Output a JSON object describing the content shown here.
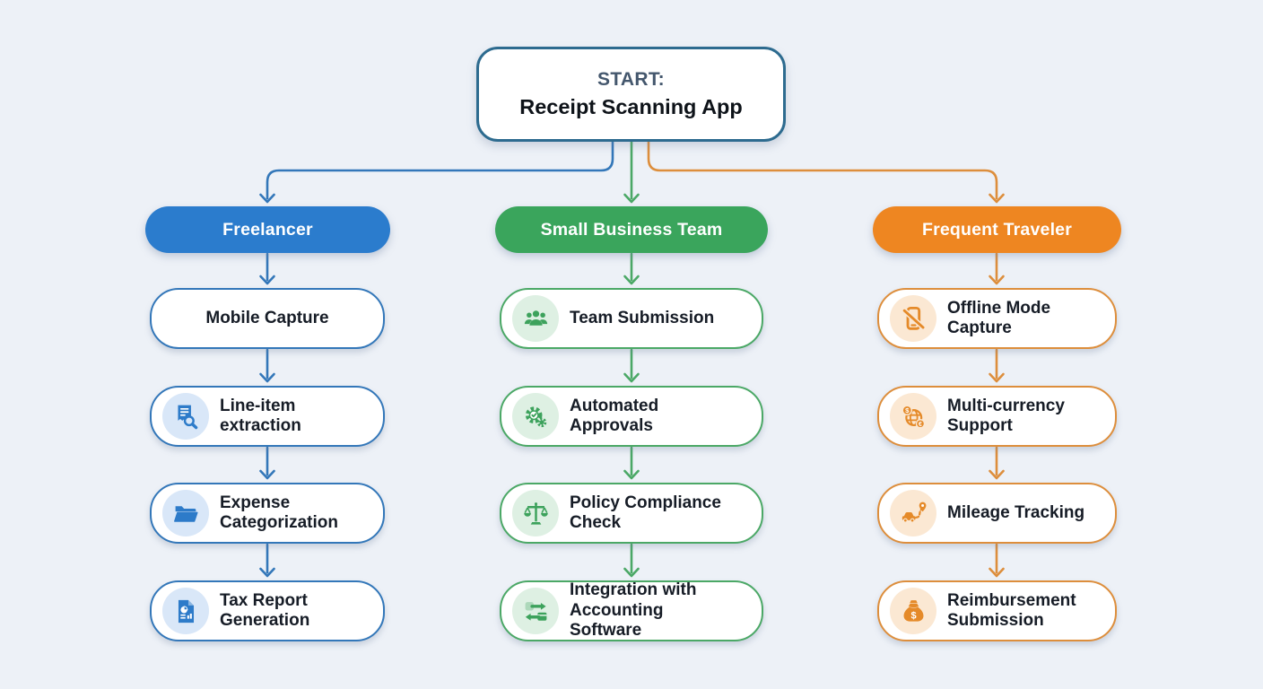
{
  "palette": {
    "background": "#edf1f7",
    "node_bg": "#ffffff",
    "text": "#161c26",
    "start_border": "#2d6b8f",
    "start_label": "#44576d",
    "blue": "#2b7ccd",
    "blue_line": "#3377b9",
    "blue_tint": "#d9e7f8",
    "green": "#3aa55c",
    "green_line": "#4ba866",
    "green_tint": "#def0e3",
    "orange": "#ee8621",
    "orange_line": "#dd8e3c",
    "orange_tint": "#fbe8d3"
  },
  "start": {
    "label": "START:",
    "title": "Receipt Scanning App"
  },
  "columns": [
    {
      "header": "Freelancer",
      "color": "blue",
      "nodes": [
        {
          "label": "Mobile Capture",
          "icon": ""
        },
        {
          "label": "Line-item extraction",
          "icon": "receipt-magnifier-icon"
        },
        {
          "label": "Expense Categorization",
          "icon": "open-folder-icon"
        },
        {
          "label": "Tax Report Generation",
          "icon": "report-document-icon"
        }
      ]
    },
    {
      "header": "Small Business Team",
      "color": "green",
      "nodes": [
        {
          "label": "Team Submission",
          "icon": "team-people-icon"
        },
        {
          "label": "Automated Approvals",
          "icon": "gear-check-icon"
        },
        {
          "label": "Policy Compliance Check",
          "icon": "balance-scale-icon"
        },
        {
          "label": "Integration with Accounting Software",
          "icon": "sync-arrows-icon"
        }
      ]
    },
    {
      "header": "Frequent Traveler",
      "color": "orange",
      "nodes": [
        {
          "label": "Offline Mode Capture",
          "icon": "phone-offline-icon"
        },
        {
          "label": "Multi-currency Support",
          "icon": "globe-currency-icon"
        },
        {
          "label": "Mileage Tracking",
          "icon": "car-route-icon"
        },
        {
          "label": "Reimbursement Submission",
          "icon": "money-bag-icon"
        }
      ]
    }
  ]
}
